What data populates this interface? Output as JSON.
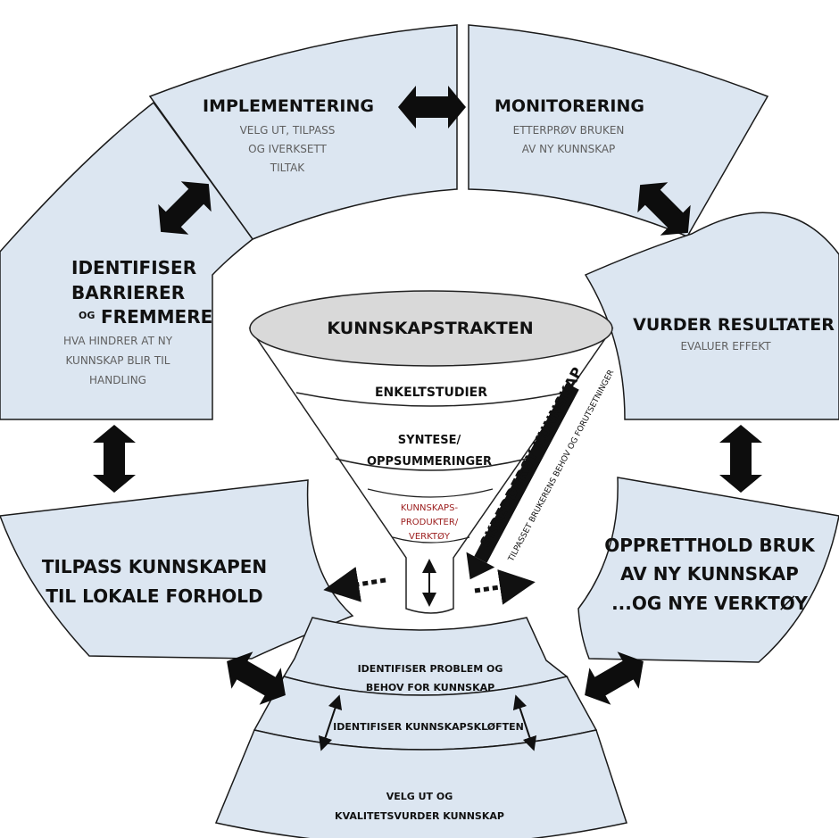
{
  "segments": {
    "implementering": {
      "title": "IMPLEMENTERING",
      "lines": [
        "VELG UT, TILPASS",
        "OG IVERKSETT",
        "TILTAK"
      ]
    },
    "monitorering": {
      "title": "MONITORERING",
      "lines": [
        "ETTERPRØV BRUKEN",
        "AV NY KUNNSKAP"
      ]
    },
    "identifiser_barrierer": {
      "title_lines": [
        "IDENTIFISER",
        "BARRIERER"
      ],
      "og": "OG",
      "fremmere": "FREMMERE",
      "lines": [
        "HVA HINDRER AT NY",
        "KUNNSKAP BLIR TIL",
        "HANDLING"
      ]
    },
    "vurder_resultater": {
      "title": "VURDER RESULTATER",
      "sub": "EVALUER EFFEKT"
    },
    "tilpass": {
      "title_lines": [
        "TILPASS KUNNSKAPEN",
        "TIL LOKALE FORHOLD"
      ]
    },
    "oppretthold": {
      "title_lines": [
        "OPPRETTHOLD BRUK",
        "AV NY KUNNSKAP",
        "...OG NYE VERKTØY"
      ]
    }
  },
  "funnel": {
    "title": "KUNNSKAPSTRAKTEN",
    "level1": "ENKELTSTUDIER",
    "level2_lines": [
      "SYNTESE/",
      "OPPSUMMERINGER"
    ],
    "level3_lines": [
      "KUNNSKAPS-",
      "PRODUKTER/",
      "VERKTØY"
    ]
  },
  "skreddersy": {
    "main": "SKREDDERSY KUNNSKAP",
    "sub": "TILPASSET BRUKERENS BEHOV OG FORUTSETNINGER"
  },
  "bottom": {
    "band1_lines": [
      "IDENTIFISER PROBLEM OG",
      "BEHOV FOR KUNNSKAP"
    ],
    "band2": "IDENTIFISER KUNNSKAPSKLØFTEN",
    "band3_lines": [
      "VELG UT OG",
      "KVALITETSVURDER KUNNSKAP"
    ]
  },
  "colors": {
    "segment_fill": "#dce6f1",
    "arrow": "#0d0d0d",
    "funnel_top": "#d9d9d9",
    "red_text": "#9b1c1c"
  }
}
